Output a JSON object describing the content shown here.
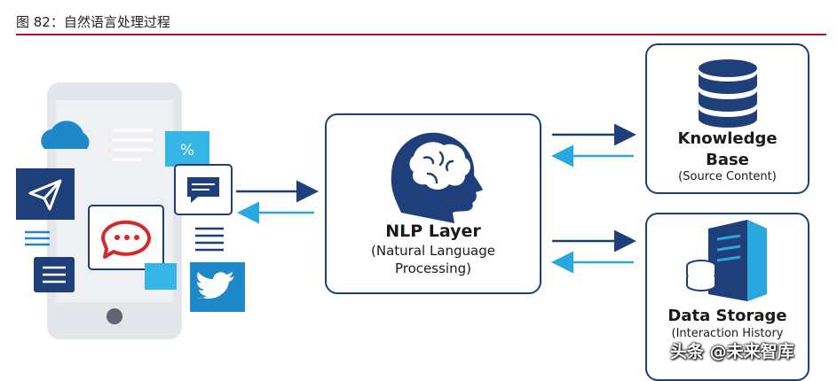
{
  "caption": "图 82：自然语言处理过程",
  "nlp_layer": {
    "title": "NLP Layer",
    "subtitle_line1": "(Natural Language",
    "subtitle_line2": "Processing)"
  },
  "knowledge_base": {
    "title_line1": "Knowledge",
    "title_line2": "Base",
    "subtitle": "(Source Content)"
  },
  "data_storage": {
    "title": "Data Storage",
    "subtitle": "(Interaction History"
  },
  "watermark": "头条 @未来智库",
  "icons": [
    "smartphone-icon",
    "cloud-icon",
    "paper-plane-icon",
    "chat-bubble-icon",
    "percent-icon",
    "message-icon",
    "document-icon",
    "twitter-bird-icon",
    "brain-head-icon",
    "database-icon",
    "server-icon"
  ],
  "colors": {
    "navy": "#1f3f7a",
    "sky": "#29a8e0",
    "phone": "#e3e6ea"
  }
}
